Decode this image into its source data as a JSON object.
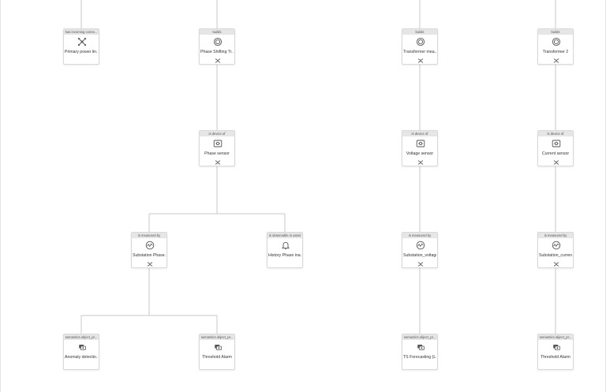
{
  "graph": {
    "nodes": [
      {
        "id": "n1",
        "relation": "has incoming conne...",
        "label": "Primary power lin...",
        "icon": "power-line-icon"
      },
      {
        "id": "n2",
        "relation": "builds",
        "label": "Phase Shifting Tr...",
        "icon": "transformer-icon"
      },
      {
        "id": "n3",
        "relation": "builds",
        "label": "Transformer mea...",
        "icon": "transformer-icon"
      },
      {
        "id": "n4",
        "relation": "builds",
        "label": "Transformer 2",
        "icon": "transformer-icon"
      },
      {
        "id": "n5",
        "relation": "is device of",
        "label": "Phase sensor",
        "icon": "sensor-icon"
      },
      {
        "id": "n6",
        "relation": "is device of",
        "label": "Voltage sensor",
        "icon": "sensor-icon"
      },
      {
        "id": "n7",
        "relation": "is device of",
        "label": "Current sensor",
        "icon": "sensor-icon"
      },
      {
        "id": "n8",
        "relation": "is measured by",
        "label": "Substation Phase...",
        "icon": "timeseries-icon"
      },
      {
        "id": "n9",
        "relation": "is observable in asset",
        "label": "History Phase ina...",
        "icon": "bell-icon"
      },
      {
        "id": "n10",
        "relation": "is measured by",
        "label": "Substation_voltage",
        "icon": "timeseries-icon"
      },
      {
        "id": "n11",
        "relation": "is measured by",
        "label": "Substation_current",
        "icon": "timeseries-icon"
      },
      {
        "id": "n12",
        "relation": "semantics.object_pr...",
        "label": "Anomaly detectio...",
        "icon": "model-icon"
      },
      {
        "id": "n13",
        "relation": "semantics.object_pr...",
        "label": "Threshold Alarm",
        "icon": "model-icon"
      },
      {
        "id": "n14",
        "relation": "semantics.object_pr...",
        "label": "TS Forecasting (L...",
        "icon": "model-icon"
      },
      {
        "id": "n15",
        "relation": "semantics.object_pr...",
        "label": "Threshold Alarm",
        "icon": "model-icon"
      }
    ],
    "edges": [
      {
        "from": "n2",
        "to": "n5"
      },
      {
        "from": "n3",
        "to": "n6"
      },
      {
        "from": "n4",
        "to": "n7"
      },
      {
        "from": "n5",
        "to": "n8"
      },
      {
        "from": "n5",
        "to": "n9"
      },
      {
        "from": "n6",
        "to": "n10"
      },
      {
        "from": "n7",
        "to": "n11"
      },
      {
        "from": "n8",
        "to": "n12"
      },
      {
        "from": "n8",
        "to": "n13"
      },
      {
        "from": "n10",
        "to": "n14"
      },
      {
        "from": "n11",
        "to": "n15"
      }
    ],
    "colors": {
      "edge": "#c8c8c8",
      "node_border": "#d9d9d9",
      "header_bg": "#e6e6e6",
      "icon": "#555555"
    }
  }
}
